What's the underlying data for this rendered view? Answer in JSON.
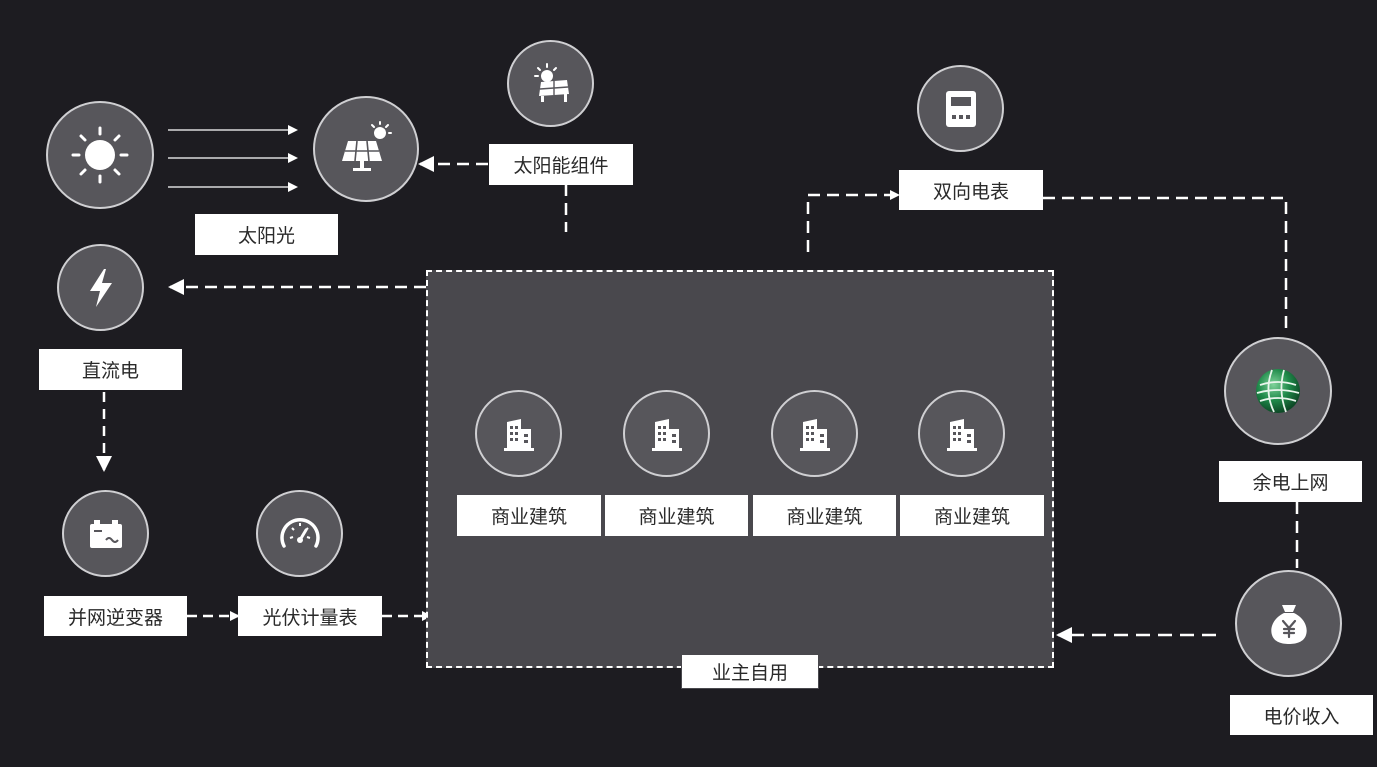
{
  "nodes": {
    "sun": {
      "label": "太阳光",
      "icon": "sun-icon"
    },
    "solar_panel": {
      "icon": "solar-panel-icon"
    },
    "solar_module": {
      "label": "太阳能组件",
      "icon": "solar-module-icon"
    },
    "dc_power": {
      "label": "直流电",
      "icon": "lightning-bolt-icon"
    },
    "inverter": {
      "label": "并网逆变器",
      "icon": "inverter-icon"
    },
    "pv_meter": {
      "label": "光伏计量表",
      "icon": "gauge-icon"
    },
    "bidirectional_meter": {
      "label": "双向电表",
      "icon": "electric-meter-icon"
    },
    "grid_feed": {
      "label": "余电上网",
      "icon": "grid-globe-icon"
    },
    "revenue": {
      "label": "电价收入",
      "icon": "money-bag-icon"
    }
  },
  "owner_area": {
    "label": "业主自用",
    "buildings": [
      {
        "label": "商业建筑",
        "icon": "building-icon"
      },
      {
        "label": "商业建筑",
        "icon": "building-icon"
      },
      {
        "label": "商业建筑",
        "icon": "building-icon"
      },
      {
        "label": "商业建筑",
        "icon": "building-icon"
      }
    ]
  },
  "colors": {
    "background": "#1d1c21",
    "node_fill": "#57565b",
    "owner_area_fill": "#49484d",
    "connector": "#ffffff",
    "globe_accent": "#1f8a4a"
  }
}
